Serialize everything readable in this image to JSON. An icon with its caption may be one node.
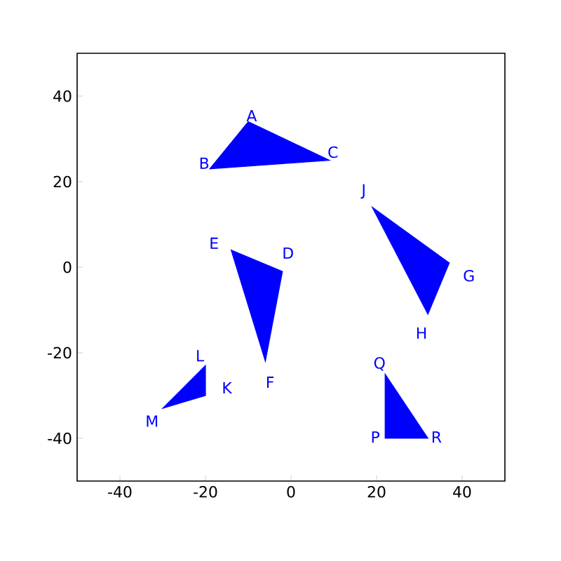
{
  "diagram": {
    "chart_data": {
      "type": "area",
      "xlim": [
        -50,
        50
      ],
      "ylim": [
        -50,
        50
      ],
      "xticks": [
        -40,
        -20,
        0,
        20,
        40
      ],
      "yticks": [
        -40,
        -20,
        0,
        20,
        40
      ],
      "series": [
        {
          "color": "#0000ff",
          "x": [
            -10,
            -19,
            9
          ],
          "values": [
            34,
            23,
            25
          ]
        },
        {
          "color": "#0000ff",
          "x": [
            -14,
            -2,
            -6
          ],
          "values": [
            4,
            -1,
            -22
          ]
        },
        {
          "color": "#0000ff",
          "x": [
            19,
            37,
            32
          ],
          "values": [
            14,
            1,
            -11
          ]
        },
        {
          "color": "#0000ff",
          "x": [
            -20,
            -20,
            -30
          ],
          "values": [
            -23,
            -30,
            -33
          ]
        },
        {
          "color": "#0000ff",
          "x": [
            22,
            22,
            32
          ],
          "values": [
            -25,
            -40,
            -40
          ]
        }
      ],
      "annotations": [
        {
          "text": "A",
          "x": -10,
          "y": 34
        },
        {
          "text": "B",
          "x": -19,
          "y": 23
        },
        {
          "text": "C",
          "x": 9,
          "y": 25
        },
        {
          "text": "D",
          "x": -2,
          "y": -1
        },
        {
          "text": "E",
          "x": -14,
          "y": 4
        },
        {
          "text": "F",
          "x": -6,
          "y": -22
        },
        {
          "text": "G",
          "x": 37,
          "y": 1
        },
        {
          "text": "H",
          "x": 32,
          "y": -11
        },
        {
          "text": "J",
          "x": 19,
          "y": 14
        },
        {
          "text": "K",
          "x": -20,
          "y": -30
        },
        {
          "text": "L",
          "x": -20,
          "y": -23
        },
        {
          "text": "M",
          "x": -30,
          "y": -33
        },
        {
          "text": "P",
          "x": 22,
          "y": -40
        },
        {
          "text": "Q",
          "x": 22,
          "y": -25
        },
        {
          "text": "R",
          "x": 32,
          "y": -40
        }
      ]
    }
  }
}
